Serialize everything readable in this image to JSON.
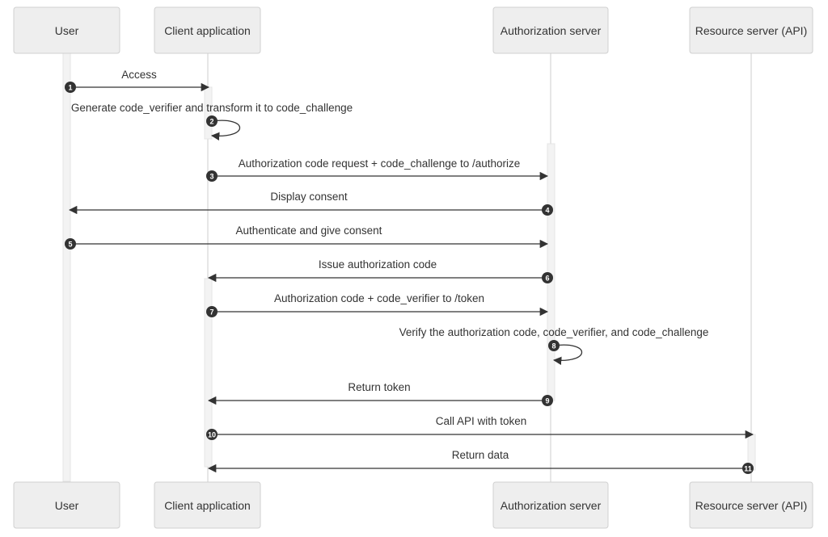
{
  "participants": [
    {
      "id": "user",
      "label": "User"
    },
    {
      "id": "client",
      "label": "Client application"
    },
    {
      "id": "auth",
      "label": "Authorization server"
    },
    {
      "id": "resource",
      "label": "Resource server (API)"
    }
  ],
  "messages": [
    {
      "n": "1",
      "from": "user",
      "to": "client",
      "label": "Access"
    },
    {
      "n": "2",
      "from": "client",
      "to": "client",
      "label": "Generate code_verifier and transform it to code_challenge"
    },
    {
      "n": "3",
      "from": "client",
      "to": "auth",
      "label": "Authorization code request + code_challenge to /authorize"
    },
    {
      "n": "4",
      "from": "auth",
      "to": "user",
      "label": "Display consent"
    },
    {
      "n": "5",
      "from": "user",
      "to": "auth",
      "label": "Authenticate and give consent"
    },
    {
      "n": "6",
      "from": "auth",
      "to": "client",
      "label": "Issue authorization code"
    },
    {
      "n": "7",
      "from": "client",
      "to": "auth",
      "label": "Authorization code + code_verifier to /token"
    },
    {
      "n": "8",
      "from": "auth",
      "to": "auth",
      "label": "Verify the authorization code, code_verifier, and code_challenge"
    },
    {
      "n": "9",
      "from": "auth",
      "to": "client",
      "label": "Return token"
    },
    {
      "n": "10",
      "from": "client",
      "to": "resource",
      "label": "Call API with token"
    },
    {
      "n": "11",
      "from": "resource",
      "to": "client",
      "label": "Return data"
    }
  ]
}
